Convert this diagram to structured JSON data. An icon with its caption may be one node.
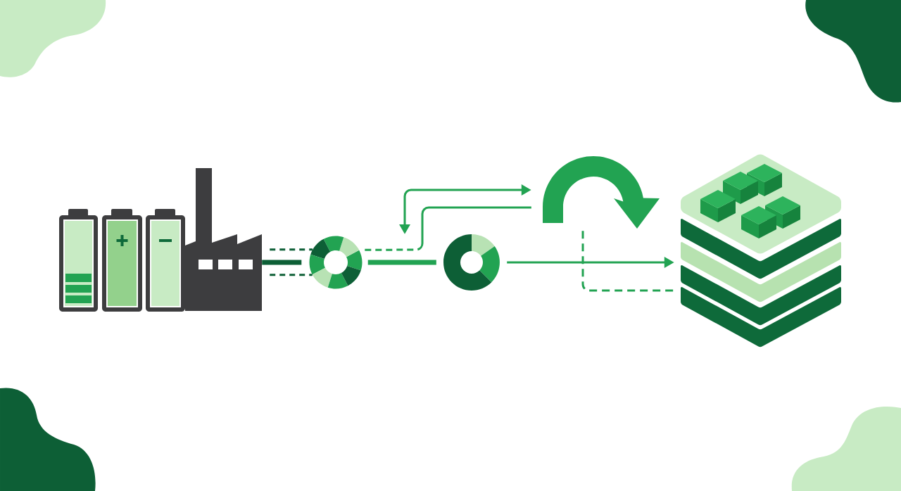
{
  "diagram": {
    "nodes": [
      {
        "text": [],
        "shape": "picture"
      },
      {
        "text": [],
        "shape": "circle"
      },
      {
        "text": [],
        "shape": "circle"
      },
      {
        "text": [],
        "shape": "arrow"
      },
      {
        "text": [],
        "shape": "picture"
      }
    ],
    "edges": [
      {
        "from": 0,
        "to": 1,
        "arrow": "none",
        "style": "thick",
        "color": "#0d5f36"
      },
      {
        "from": 0,
        "to": 1,
        "arrow": "none",
        "style": "dashed",
        "color": "#0d5f36"
      },
      {
        "from": 0,
        "to": 1,
        "arrow": "none",
        "style": "dashed",
        "color": "#0d5f36"
      },
      {
        "from": 1,
        "to": 2,
        "arrow": "none",
        "style": "thick"
      },
      {
        "from": 1,
        "to": 3,
        "arrow": "none",
        "style": "dashed"
      },
      {
        "from": null,
        "to": 3,
        "arrow": "both"
      },
      {
        "from": 2,
        "to": 4,
        "arrow": "to"
      },
      {
        "from": 3,
        "to": 4,
        "arrow": "none",
        "style": "dashed"
      }
    ]
  }
}
